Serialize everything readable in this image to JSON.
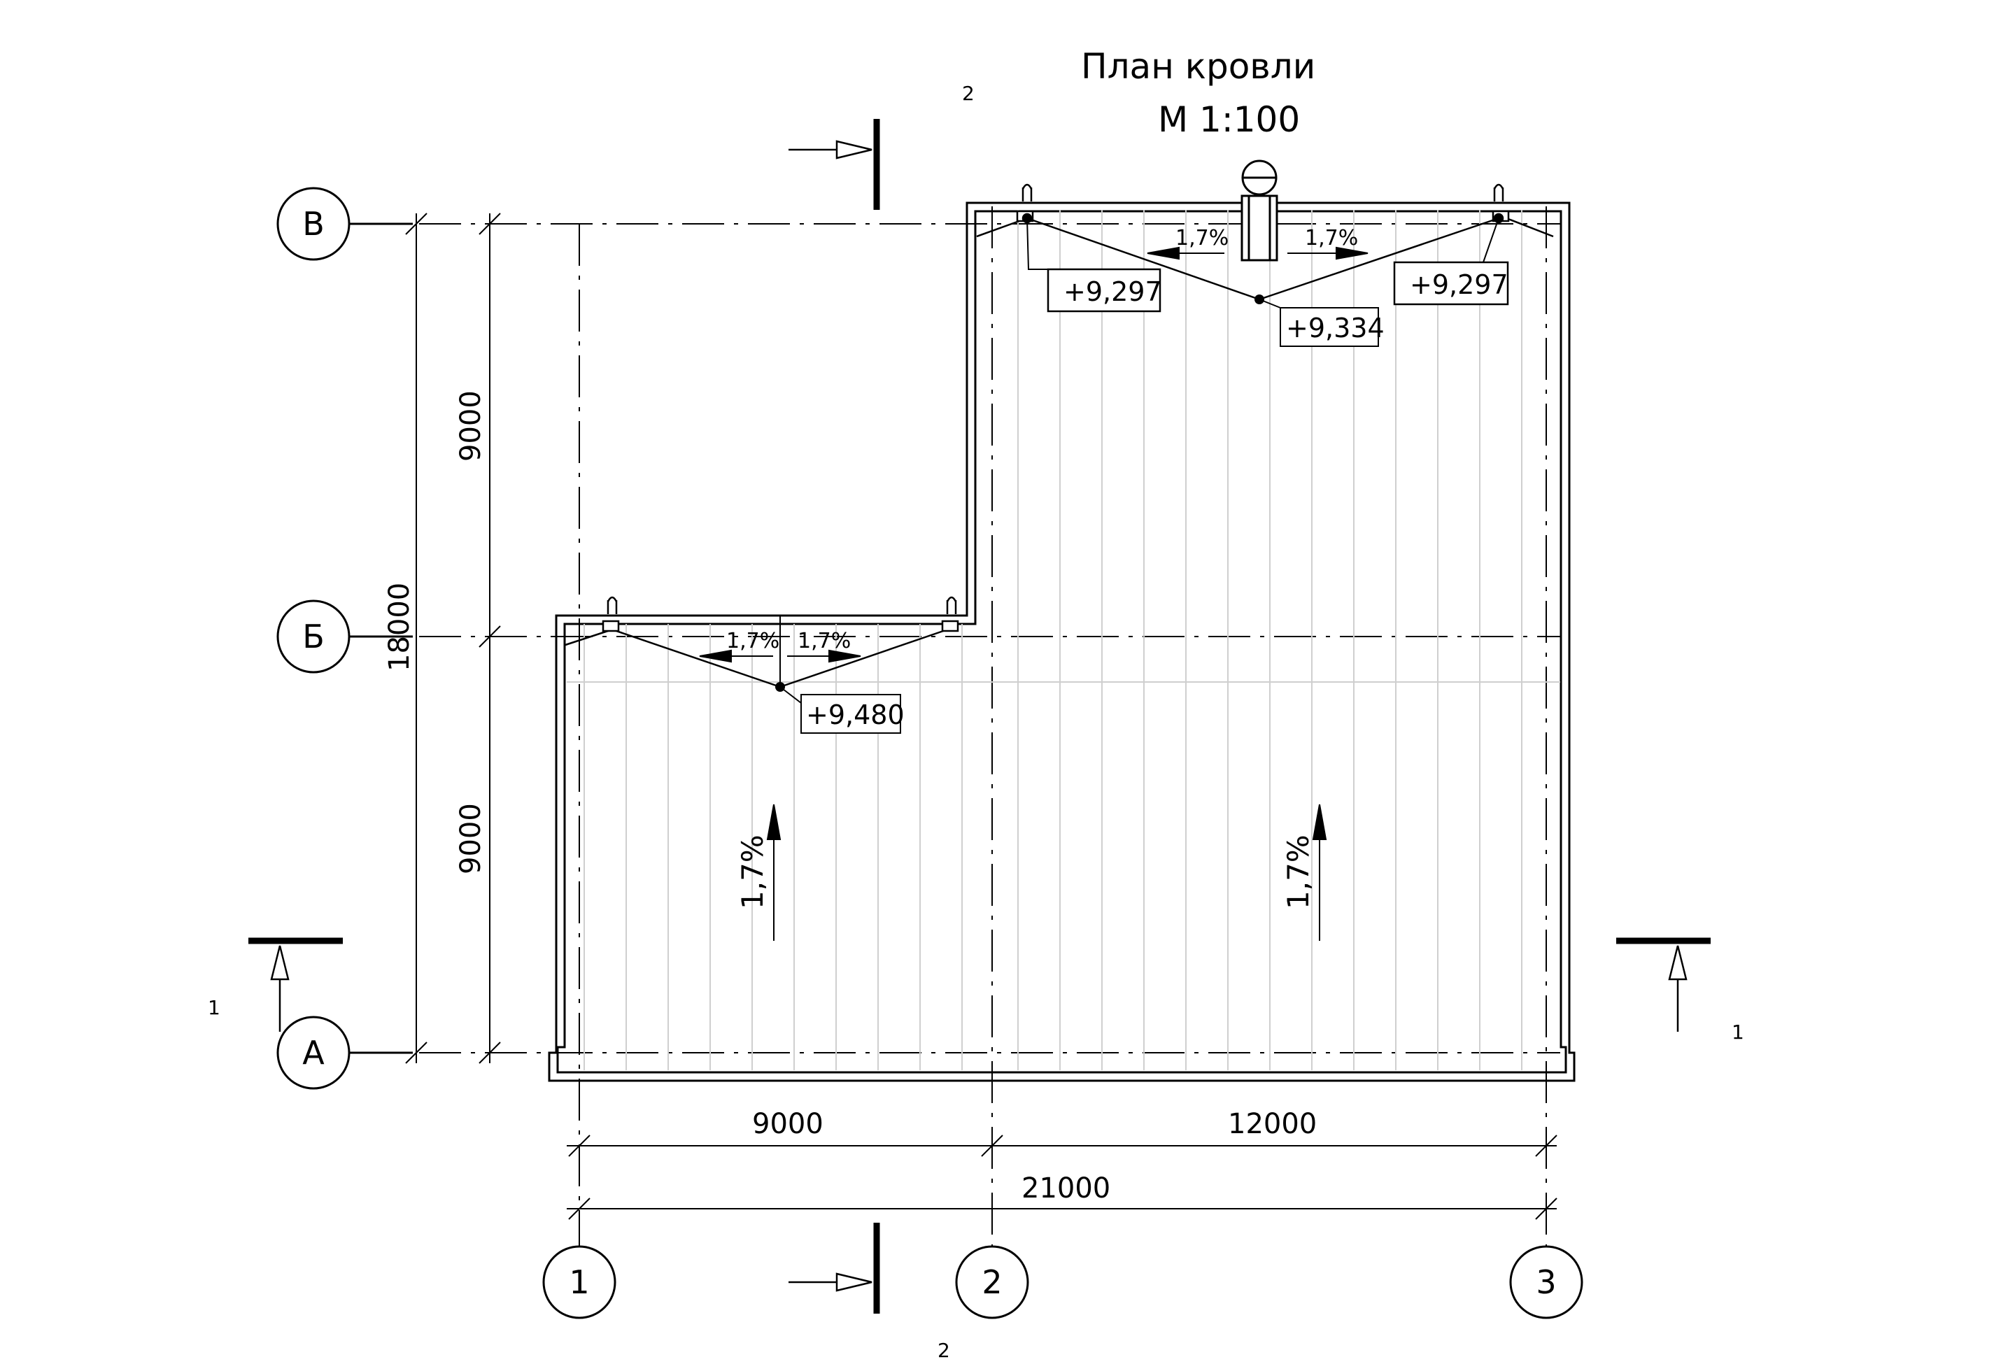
{
  "title": {
    "line1": "План кровли",
    "line2": "М 1:100"
  },
  "axes": {
    "vertical": [
      {
        "label": "1"
      },
      {
        "label": "2"
      },
      {
        "label": "3"
      }
    ],
    "horizontal": [
      {
        "label": "В"
      },
      {
        "label": "Б"
      },
      {
        "label": "А"
      }
    ]
  },
  "dimensions": {
    "bottom": {
      "segment_1_2": "9000",
      "segment_2_3": "12000",
      "total": "21000"
    },
    "left": {
      "segment_v_b": "9000",
      "segment_b_a": "9000",
      "total": "18000"
    }
  },
  "elevations": {
    "upper_left_funnel": "+9,297",
    "upper_right_funnel": "+9,297",
    "upper_valley": "+9,334",
    "lower_valley": "+9,480"
  },
  "slopes": {
    "upper_left": "1,7%",
    "upper_right": "1,7%",
    "lower_left": "1,7%",
    "lower_right": "1,7%",
    "main_left": "1,7%",
    "main_right": "1,7%"
  },
  "section_marks": {
    "section_1_left": "1",
    "section_1_right": "1",
    "section_2_top": "2",
    "section_2_bottom": "2"
  },
  "colors": {
    "line": "#000000",
    "grid_line": "#cfcfcf"
  }
}
